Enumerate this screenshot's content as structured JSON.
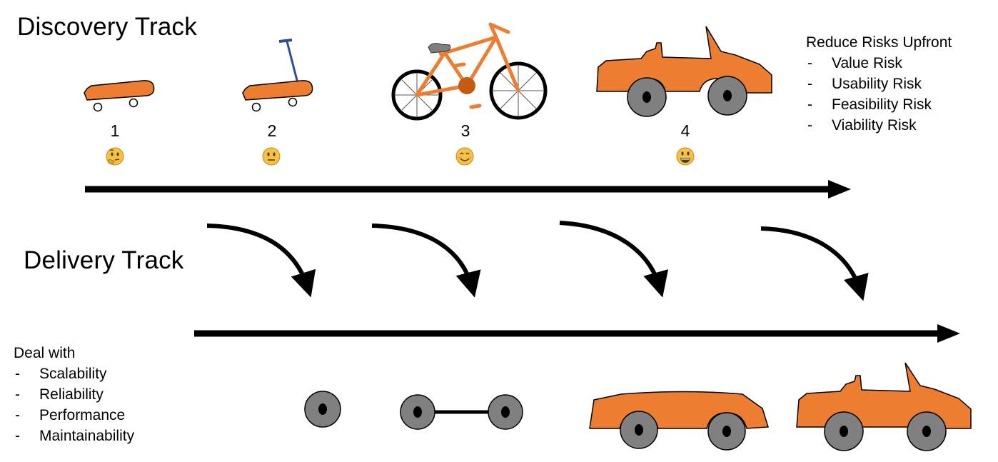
{
  "discovery": {
    "title": "Discovery Track",
    "steps": [
      {
        "number": "1",
        "emoji": "thinking-face-icon"
      },
      {
        "number": "2",
        "emoji": "neutral-face-icon"
      },
      {
        "number": "3",
        "emoji": "smiling-face-icon"
      },
      {
        "number": "4",
        "emoji": "grinning-face-icon"
      }
    ],
    "risks_heading": "Reduce Risks Upfront",
    "risks": [
      "Value Risk",
      "Usability Risk",
      "Feasibility Risk",
      "Viability Risk"
    ],
    "items": [
      "skateboard-icon",
      "scooter-icon",
      "bicycle-icon",
      "convertible-car-icon"
    ]
  },
  "delivery": {
    "title": "Delivery Track",
    "deal_heading": "Deal with",
    "concerns": [
      "Scalability",
      "Reliability",
      "Performance",
      "Maintainability"
    ],
    "items": [
      "wheel-icon",
      "axle-icon",
      "car-body-icon",
      "convertible-car-icon"
    ]
  },
  "dash": "-",
  "colors": {
    "orange": "#ed7d31",
    "scooter_handle": "#2e4f8f",
    "wheel_gray": "#808080",
    "emoji_yellow": "#f6c244",
    "arrow": "#000000"
  }
}
